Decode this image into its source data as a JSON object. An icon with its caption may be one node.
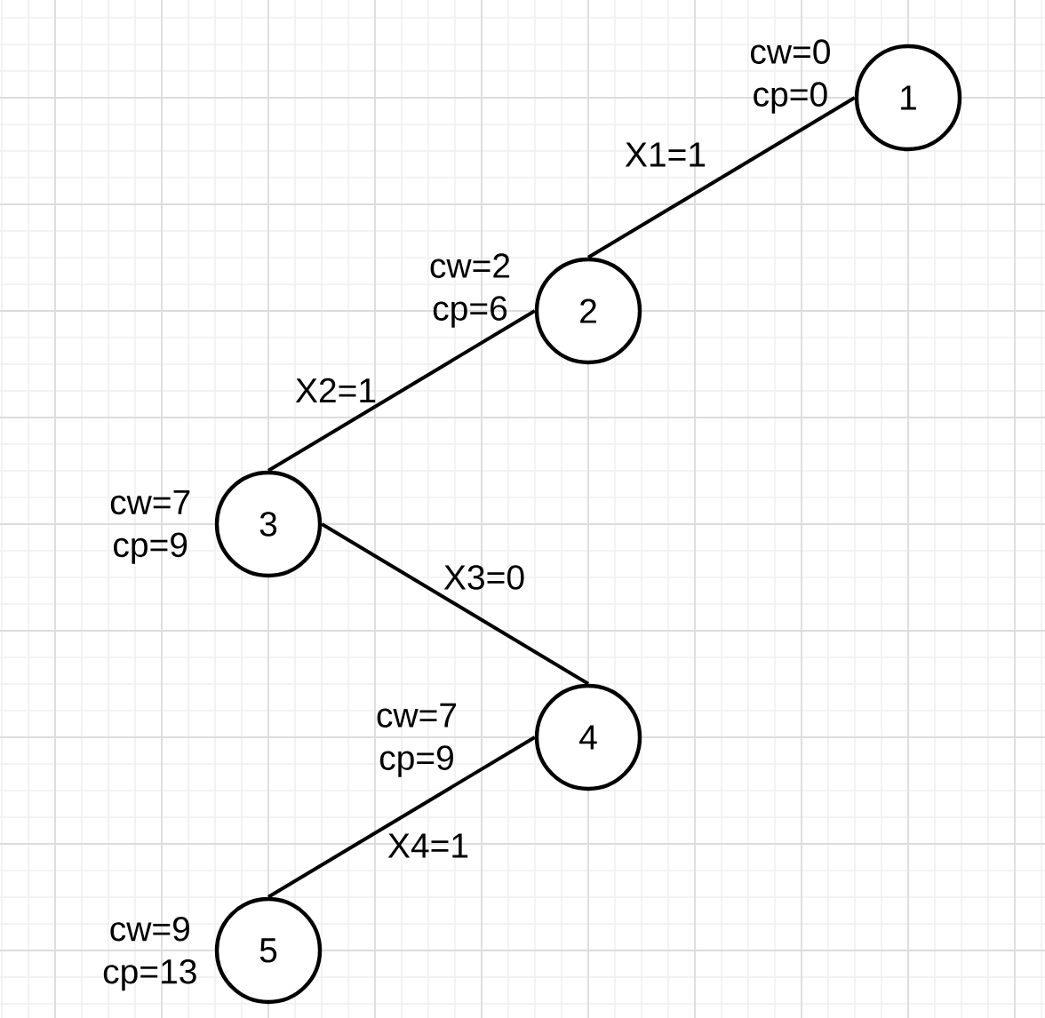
{
  "diagram": {
    "nodes": [
      {
        "text": [
          "1"
        ],
        "beside": [
          "cw=0 cp=0"
        ]
      },
      {
        "text": [
          "2"
        ],
        "beside": [
          "cw=2 cp=6"
        ]
      },
      {
        "text": [
          "3"
        ],
        "beside": [
          "cw=7 cp=9"
        ]
      },
      {
        "text": [
          "4"
        ],
        "beside": [
          "cw=7 cp=9"
        ]
      },
      {
        "text": [
          "5"
        ],
        "beside": [
          "cw=9 cp=13"
        ]
      }
    ],
    "edges": [
      {
        "from": 0,
        "to": 1,
        "arrow": "none",
        "label": "X1=1"
      },
      {
        "from": 1,
        "to": 2,
        "arrow": "none",
        "label": "X2=1"
      },
      {
        "from": 2,
        "to": 3,
        "arrow": "none",
        "label": "X3=0"
      },
      {
        "from": 3,
        "to": 4,
        "arrow": "none",
        "label": "X4=1"
      }
    ]
  }
}
